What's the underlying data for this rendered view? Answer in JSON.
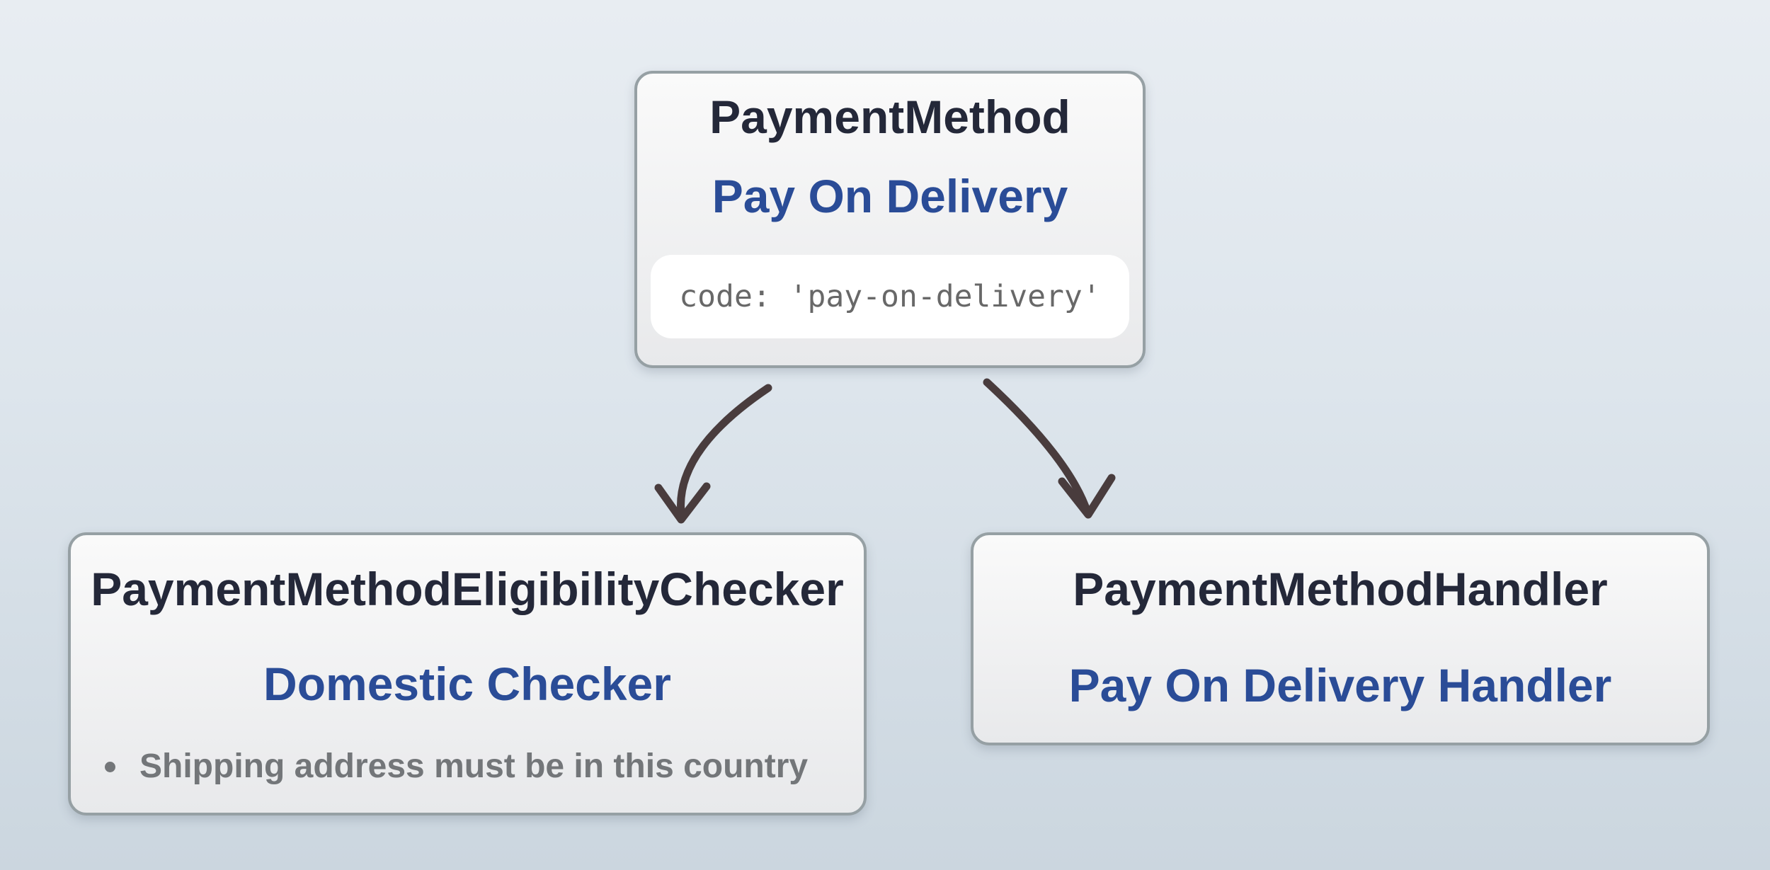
{
  "colors": {
    "bg-top": "#e8edf2",
    "bg-bottom": "#cbd6df",
    "node-border": "#96a0a4",
    "node-bg-top": "#fafafa",
    "node-bg-bottom": "#e8e9eb",
    "title": "#242839",
    "accent-blue": "#2a4c97",
    "muted": "#737679",
    "code-text": "#686868",
    "code-bg": "#ffffff",
    "arrow": "#493c3d"
  },
  "diagram": {
    "payment_method": {
      "title": "PaymentMethod",
      "subtitle": "Pay On Delivery",
      "code": "code: 'pay-on-delivery'"
    },
    "eligibility_checker": {
      "title": "PaymentMethodEligibilityChecker",
      "subtitle": "Domestic Checker",
      "bullets": [
        "Shipping address must be in this country"
      ]
    },
    "handler": {
      "title": "PaymentMethodHandler",
      "subtitle": "Pay On Delivery Handler"
    }
  }
}
